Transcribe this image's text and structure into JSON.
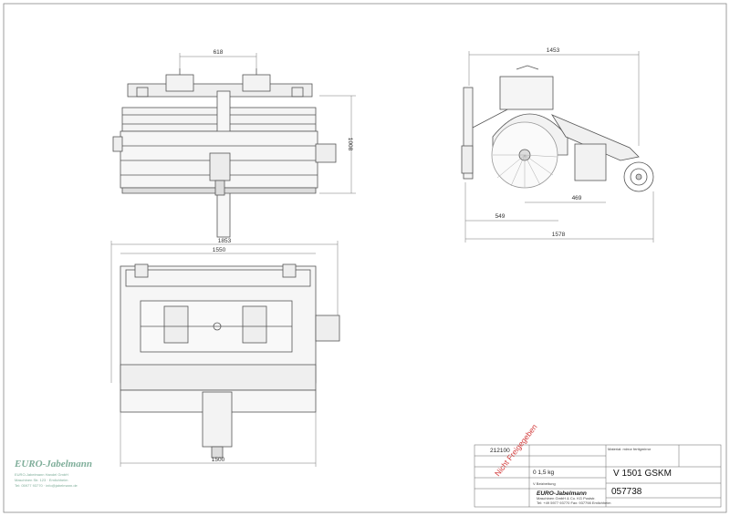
{
  "drawing": {
    "front_view": {
      "dim_width_top": "618",
      "dim_height_right": "1008"
    },
    "side_view": {
      "dim_overall_top": "1453",
      "dim_inner_1": "469",
      "dim_inner_2": "549",
      "dim_overall_bottom": "1578"
    },
    "top_view": {
      "dim_overall": "1853",
      "dim_inner": "1550",
      "dim_bottom": "1500"
    }
  },
  "title_block": {
    "drawing_number_small": "212100",
    "weight": "0 1,5 kg",
    "material_label": "Material: mirror fertigmirror",
    "note": "V Beizbeitung",
    "product_name": "V 1501 GSKM",
    "article_number": "057738",
    "company_mark": "EURO-Jabelmann",
    "company_line": "Maschinen GmbH & Co. KG Poststr.",
    "company_line2": "Tel: +49 5977 93770 Fax: 937798 Emlichheim"
  },
  "watermark": {
    "name": "EURO-Jabelmann",
    "line1": "EURO-Jabelmann Handel GmbH",
    "line2": "Maschinen Str. 123 · Emlichheim",
    "line3": "Tel: 05977 93770 · info@jabelmann.de"
  },
  "stamp": {
    "text": "Nicht Freigegeben"
  }
}
